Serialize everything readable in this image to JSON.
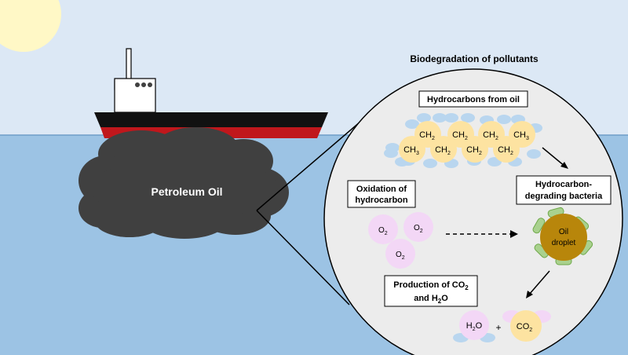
{
  "title": "Biodegradation of pollutants",
  "oil_label": "Petroleum Oil",
  "boxes": {
    "hydrocarbons": "Hydrocarbons from oil",
    "oxidation_line1": "Oxidation of",
    "oxidation_line2": "hydrocarbon",
    "bacteria_line1": "Hydrocarbon-",
    "bacteria_line2": "degrading bacteria",
    "production_line1": "Production of CO",
    "production_sub": "2",
    "production_line2": "and H",
    "production_line2_sub": "2",
    "production_line2_end": "O"
  },
  "molecule": {
    "top": [
      {
        "base": "CH",
        "sub": "2"
      },
      {
        "base": "CH",
        "sub": "2"
      },
      {
        "base": "CH",
        "sub": "2"
      },
      {
        "base": "CH",
        "sub": "3"
      }
    ],
    "bottom": [
      {
        "base": "CH",
        "sub": "3"
      },
      {
        "base": "CH",
        "sub": "2"
      },
      {
        "base": "CH",
        "sub": "2"
      },
      {
        "base": "CH",
        "sub": "2"
      }
    ]
  },
  "oxygen": {
    "base": "O",
    "sub": "2"
  },
  "droplet": {
    "line1": "Oil",
    "line2": "droplet"
  },
  "products": {
    "water": {
      "pre": "H",
      "sub": "2",
      "post": "O"
    },
    "plus": "+",
    "co2": {
      "base": "CO",
      "sub": "2"
    }
  },
  "colors": {
    "sky": "#dce8f5",
    "sea": "#9cc3e4",
    "oil": "#404040",
    "hull_red": "#c0171c",
    "hull_black": "#111111",
    "molecule": "#fde3a1",
    "hydrogen": "#b9d6ef",
    "oxygen": "#f3d7f6",
    "bacteria": "#a9d18e",
    "droplet": "#b8860b",
    "sun": "#fff8c6"
  }
}
